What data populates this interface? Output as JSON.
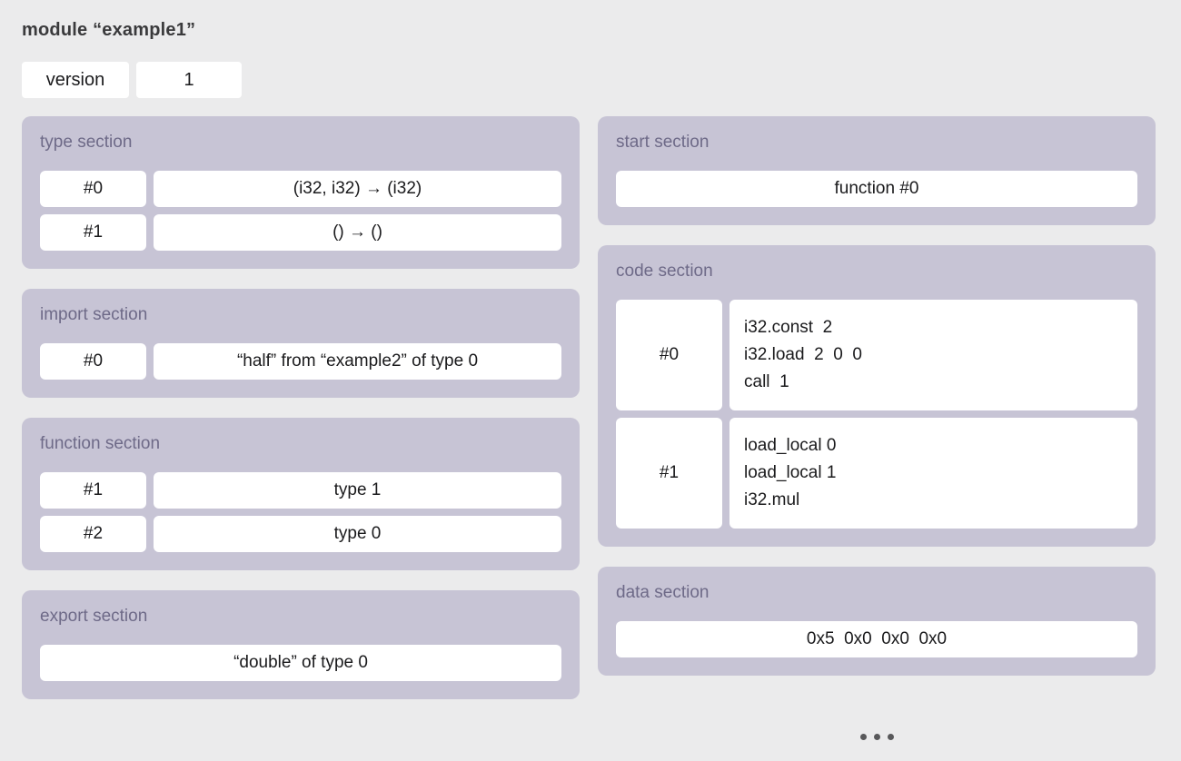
{
  "module": {
    "title": "module “example1”",
    "version_label": "version",
    "version_value": "1"
  },
  "sections": {
    "type": {
      "title": "type section",
      "rows": [
        {
          "id": "#0",
          "value": "(i32, i32) → (i32)"
        },
        {
          "id": "#1",
          "value": "() → ()"
        }
      ]
    },
    "import": {
      "title": "import section",
      "rows": [
        {
          "id": "#0",
          "value": "“half” from “example2” of type 0"
        }
      ]
    },
    "function": {
      "title": "function section",
      "rows": [
        {
          "id": "#1",
          "value": "type 1"
        },
        {
          "id": "#2",
          "value": "type 0"
        }
      ]
    },
    "export": {
      "title": "export section",
      "value": "“double” of type 0"
    },
    "start": {
      "title": "start section",
      "value": "function #0"
    },
    "code": {
      "title": "code section",
      "rows": [
        {
          "id": "#0",
          "lines": [
            "i32.const  2",
            "i32.load  2  0  0",
            "call  1"
          ]
        },
        {
          "id": "#1",
          "lines": [
            "load_local 0",
            "load_local 1",
            "i32.mul"
          ]
        }
      ]
    },
    "data": {
      "title": "data section",
      "value": "0x5  0x0  0x0  0x0"
    }
  },
  "colors": {
    "page_bg": "#ebebec",
    "section_bg": "#c7c4d5",
    "section_title": "#6e6a88",
    "box_bg": "#ffffff",
    "text": "#1a1a1c",
    "title_text": "#3a3a3c",
    "dot": "#58585a"
  }
}
